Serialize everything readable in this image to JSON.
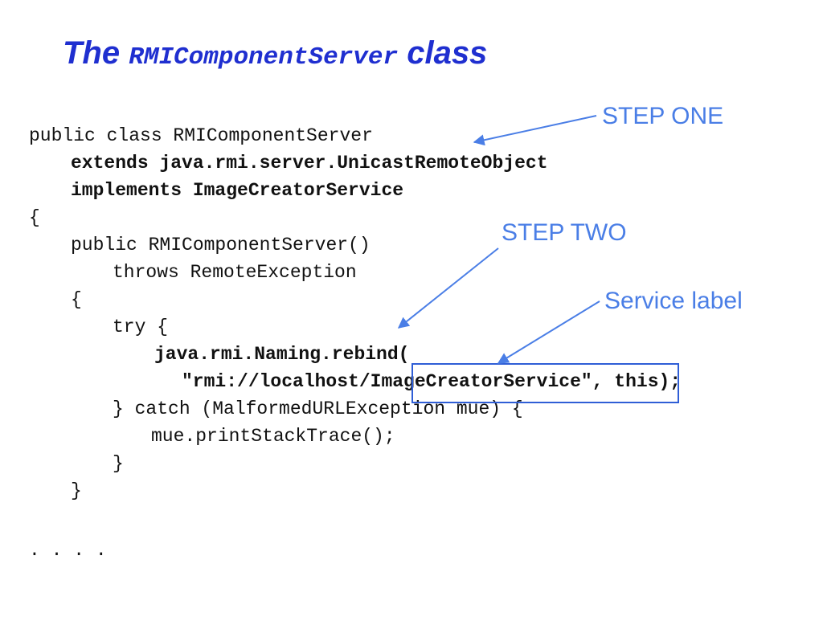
{
  "title": {
    "prefix": "The ",
    "class_name": "RMIComponentServer",
    "suffix": " class"
  },
  "code": {
    "l1": "public class RMIComponentServer",
    "l2": "extends java.rmi.server.UnicastRemoteObject",
    "l3": "implements ImageCreatorService",
    "l4": "{",
    "l5": "public RMIComponentServer()",
    "l6": "throws RemoteException",
    "l7": "{",
    "l8": "try {",
    "l9": "java.rmi.Naming.rebind(",
    "l10a": "\"rmi://localhost/",
    "l10b": "ImageCreatorService",
    "l10c": "\", this);",
    "l11": "} catch (MalformedURLException mue) {",
    "l12": "mue.printStackTrace();",
    "l13": "}",
    "l14": "}",
    "l15": ". . . ."
  },
  "callouts": {
    "step_one": "STEP ONE",
    "step_two": "STEP TWO",
    "service_label": "Service label"
  },
  "colors": {
    "title": "#1f2fd0",
    "callout": "#4a7ee6",
    "highlight_box": "#2f5ed6"
  }
}
